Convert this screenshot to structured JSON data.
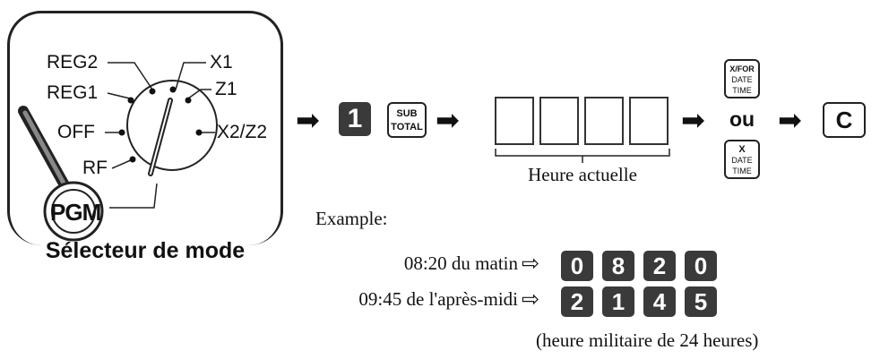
{
  "mode_selector": {
    "caption": "Sélecteur de mode",
    "positions": {
      "reg2": "REG2",
      "reg1": "REG1",
      "off": "OFF",
      "rf": "RF",
      "pgm": "PGM",
      "x1": "X1",
      "z1": "Z1",
      "x2z2": "X2/Z2"
    }
  },
  "sequence": {
    "key_1": "1",
    "subtotal_top": "SUB",
    "subtotal_bottom": "TOTAL",
    "time_entry_label": "Heure actuelle",
    "time_key_a": {
      "line1": "X/FOR",
      "line2": "DATE",
      "line3": "TIME"
    },
    "or_label": "ou",
    "time_key_b": {
      "line1": "X",
      "line2": "DATE",
      "line3": "TIME"
    },
    "clear_key": "C"
  },
  "example": {
    "heading": "Example:",
    "am_label": "08:20 du matin",
    "am_digits": [
      "0",
      "8",
      "2",
      "0"
    ],
    "pm_label": "09:45 de l'après-midi",
    "pm_digits": [
      "2",
      "1",
      "4",
      "5"
    ],
    "note": "(heure militaire de 24 heures)"
  }
}
